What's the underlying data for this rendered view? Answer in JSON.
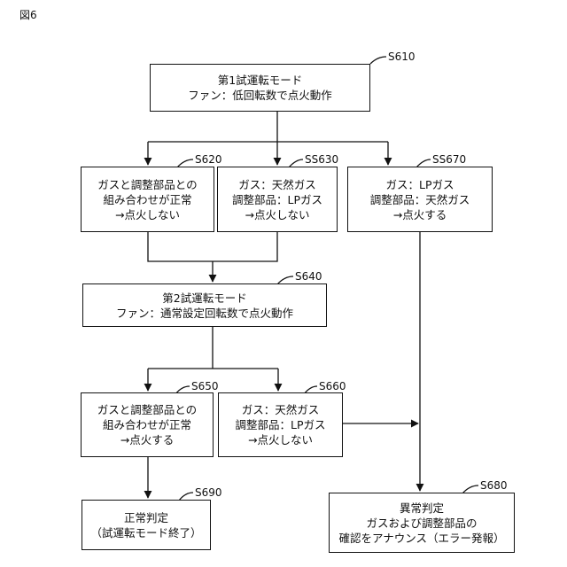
{
  "figure_label": "図6",
  "steps": {
    "s610": {
      "id": "S610",
      "lines": [
        "第1試運転モード",
        "ファン：低回転数で点火動作"
      ]
    },
    "s620": {
      "id": "S620",
      "lines": [
        "ガスと調整部品との",
        "組み合わせが正常",
        "→点火しない"
      ]
    },
    "s630": {
      "id": "SS630",
      "lines": [
        "ガス：天然ガス",
        "調整部品：LPガス",
        "→点火しない"
      ]
    },
    "s670": {
      "id": "SS670",
      "lines": [
        "ガス：LPガス",
        "調整部品：天然ガス",
        "→点火する"
      ]
    },
    "s640": {
      "id": "S640",
      "lines": [
        "第2試運転モード",
        "ファン：通常設定回転数で点火動作"
      ]
    },
    "s650": {
      "id": "S650",
      "lines": [
        "ガスと調整部品との",
        "組み合わせが正常",
        "→点火する"
      ]
    },
    "s660": {
      "id": "S660",
      "lines": [
        "ガス：天然ガス",
        "調整部品：LPガス",
        "→点火しない"
      ]
    },
    "s690": {
      "id": "S690",
      "lines": [
        "正常判定",
        "（試運転モード終了）"
      ]
    },
    "s680": {
      "id": "S680",
      "lines": [
        "異常判定",
        "ガスおよび調整部品の",
        "確認をアナウンス（エラー発報）"
      ]
    }
  }
}
